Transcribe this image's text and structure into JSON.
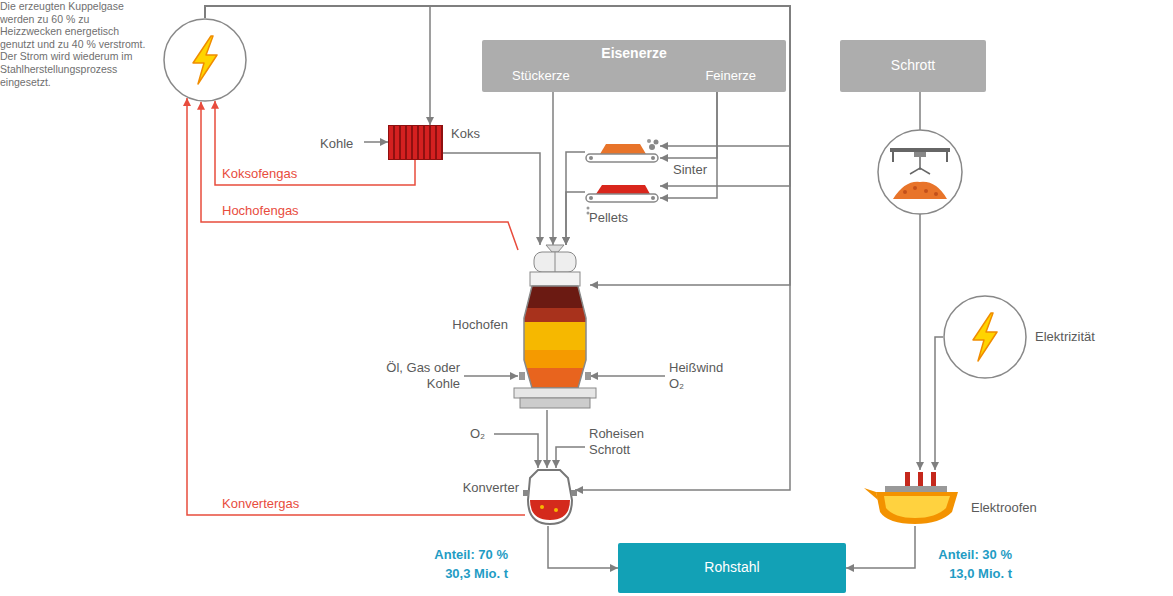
{
  "diagram": {
    "nodes": [
      {
        "text": [
          "Die erzeugten Kuppelgase werden zu 60 % zu Heizzwecken energetisch genutzt und zu 40 % verstromt. Der Strom wird wiederum im Stahlherstellungsprozess eingesetzt."
        ]
      },
      {
        "text": [
          "Eisenerze",
          "Stückerze",
          "Feinerze"
        ]
      },
      {
        "text": [
          "Schrott"
        ]
      },
      {
        "text": [
          "Kohle"
        ]
      },
      {
        "text": [
          "Koks"
        ]
      },
      {
        "text": [
          "Sinter"
        ]
      },
      {
        "text": [
          "Pellets"
        ]
      },
      {
        "text": [
          "Hochofen"
        ]
      },
      {
        "text": [
          "Öl, Gas oder Kohle"
        ]
      },
      {
        "text": [
          "Heißwind O₂"
        ]
      },
      {
        "text": [
          "O₂"
        ]
      },
      {
        "text": [
          "Roheisen Schrott"
        ]
      },
      {
        "text": [
          "Konverter"
        ]
      },
      {
        "text": [
          "Elektrizität"
        ]
      },
      {
        "text": [
          "Elektroofen"
        ]
      },
      {
        "text": [
          "Rohstahl"
        ]
      }
    ],
    "edges": [
      {
        "from": 3,
        "to": 4,
        "arrow": "to"
      },
      {
        "from": 4,
        "to": 0,
        "label": "Koksofengas",
        "arrow": "to"
      },
      {
        "from": 7,
        "to": 0,
        "label": "Hochofengas",
        "arrow": "to"
      },
      {
        "from": 12,
        "to": 0,
        "label": "Konvertergas",
        "arrow": "to"
      },
      {
        "from": 0,
        "to": 4,
        "arrow": "to"
      },
      {
        "from": 0,
        "to": 5,
        "arrow": "to"
      },
      {
        "from": 0,
        "to": 6,
        "arrow": "to"
      },
      {
        "from": 0,
        "to": 7,
        "arrow": "to"
      },
      {
        "from": 0,
        "to": 12,
        "arrow": "to"
      },
      {
        "from": 1,
        "to": 5,
        "arrow": "to"
      },
      {
        "from": 1,
        "to": 6,
        "arrow": "to"
      },
      {
        "from": 1,
        "to": 7,
        "arrow": "to"
      },
      {
        "from": 4,
        "to": 7,
        "arrow": "to"
      },
      {
        "from": 5,
        "to": 7,
        "arrow": "to"
      },
      {
        "from": 6,
        "to": 7,
        "arrow": "to"
      },
      {
        "from": 8,
        "to": 7,
        "arrow": "to"
      },
      {
        "from": 9,
        "to": 7,
        "arrow": "to"
      },
      {
        "from": 7,
        "to": 12,
        "arrow": "to"
      },
      {
        "from": 10,
        "to": 12,
        "arrow": "to"
      },
      {
        "from": 11,
        "to": 12,
        "arrow": "to"
      },
      {
        "from": 12,
        "to": 15,
        "arrow": "to"
      },
      {
        "from": 2,
        "to": 14,
        "arrow": "to"
      },
      {
        "from": 13,
        "to": 14,
        "arrow": "to"
      },
      {
        "from": 14,
        "to": 15,
        "arrow": "to"
      }
    ],
    "labels": [
      "Anteil: 70 %",
      "30,3 Mio. t",
      "Anteil: 30 %",
      "13,0 Mio. t"
    ]
  }
}
